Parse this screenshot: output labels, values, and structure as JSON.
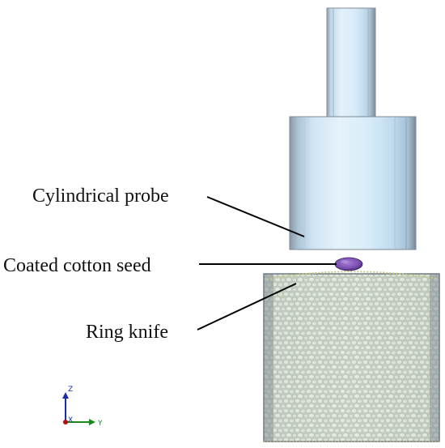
{
  "labels": {
    "probe": "Cylindrical probe",
    "seed": "Coated cotton seed",
    "ring": "Ring knife"
  },
  "axes": {
    "z": "Z",
    "x": "X",
    "y": "Y",
    "z_color": "#1a2ea8",
    "y_color": "#1a8a1a",
    "origin_color": "#b01010"
  },
  "colors": {
    "probe_light": "#dbeef9",
    "probe_mid": "#b9d7ec",
    "probe_edge": "#7f8c99",
    "ring_fill": "#c6d0c2",
    "ring_particle": "#e7ede3",
    "ring_wall": "#8a949c",
    "seed": "#7a4fb0",
    "leader": "#000000"
  }
}
